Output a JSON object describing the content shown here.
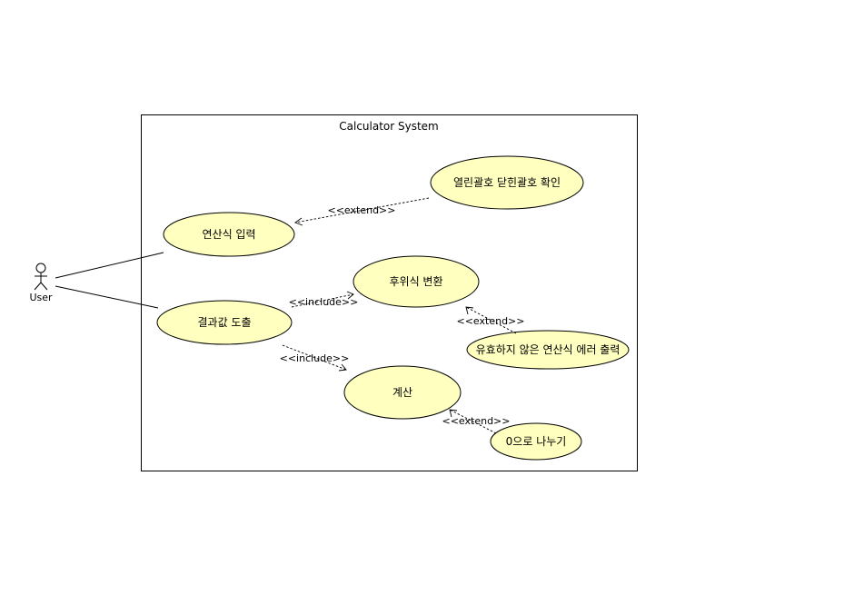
{
  "diagram": {
    "system": {
      "title": "Calculator System"
    },
    "actor": {
      "label": "User"
    },
    "use_cases": {
      "input_expression": "연산식 입력",
      "derive_result": "결과값 도출",
      "check_parentheses": "열린괄호 닫힌괄호 확인",
      "postfix_conversion": "후위식 변환",
      "invalid_expression_error": "유효하지 않은 연산식 에러 출력",
      "calculate": "계산",
      "divide_by_zero": "0으로 나누기"
    },
    "relationships": {
      "extend_check": "<<extend>>",
      "include_postfix": "<<include>>",
      "extend_invalid": "<<extend>>",
      "include_calculate": "<<include>>",
      "extend_zero": "<<extend>>"
    },
    "colors": {
      "use_case_fill": "#ffffc0",
      "line": "#000000",
      "background": "#ffffff"
    }
  }
}
